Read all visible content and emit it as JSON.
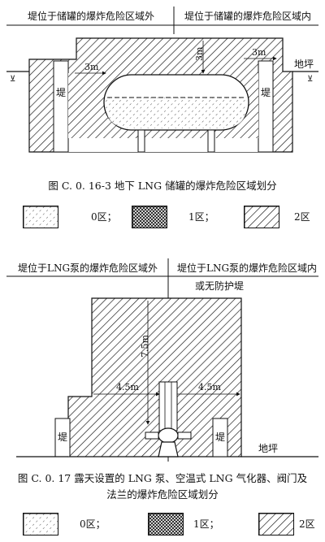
{
  "figure1": {
    "header_left": "堤位于储罐的爆炸危险区域外",
    "header_right": "堤位于储罐的爆炸危险区域内",
    "dim_left": "3m",
    "dim_top": "3m",
    "dim_right": "3m",
    "ground_label": "地坪",
    "dike_left": "堤",
    "dike_right": "堤",
    "caption": "图 C. 0. 16-3   地下 LNG 储罐的爆炸危险区域划分",
    "legend": [
      {
        "pattern": "zone0",
        "label": "0区；"
      },
      {
        "pattern": "zone1",
        "label": "1区；"
      },
      {
        "pattern": "zone2",
        "label": "2区"
      }
    ]
  },
  "figure2": {
    "header_left": "堤位于LNG泵的爆炸危险区域外",
    "header_right": "堤位于LNG泵的爆炸危险区域内",
    "header_right_sub": "或无防护堤",
    "dim_vertical": "7.5m",
    "dim_left": "4.5m",
    "dim_right": "4.5m",
    "ground_label": "地坪",
    "dike_left": "堤",
    "dike_right": "堤",
    "caption_line1": "图 C. 0. 17   露天设置的 LNG 泵、空温式 LNG 气化器、阀门及",
    "caption_line2": "法兰的爆炸危险区域划分",
    "legend": [
      {
        "pattern": "zone0",
        "label": "0区；"
      },
      {
        "pattern": "zone1",
        "label": "1区；"
      },
      {
        "pattern": "zone2",
        "label": "2区"
      }
    ]
  },
  "colors": {
    "ink": "#111111",
    "paper": "#ffffff"
  }
}
